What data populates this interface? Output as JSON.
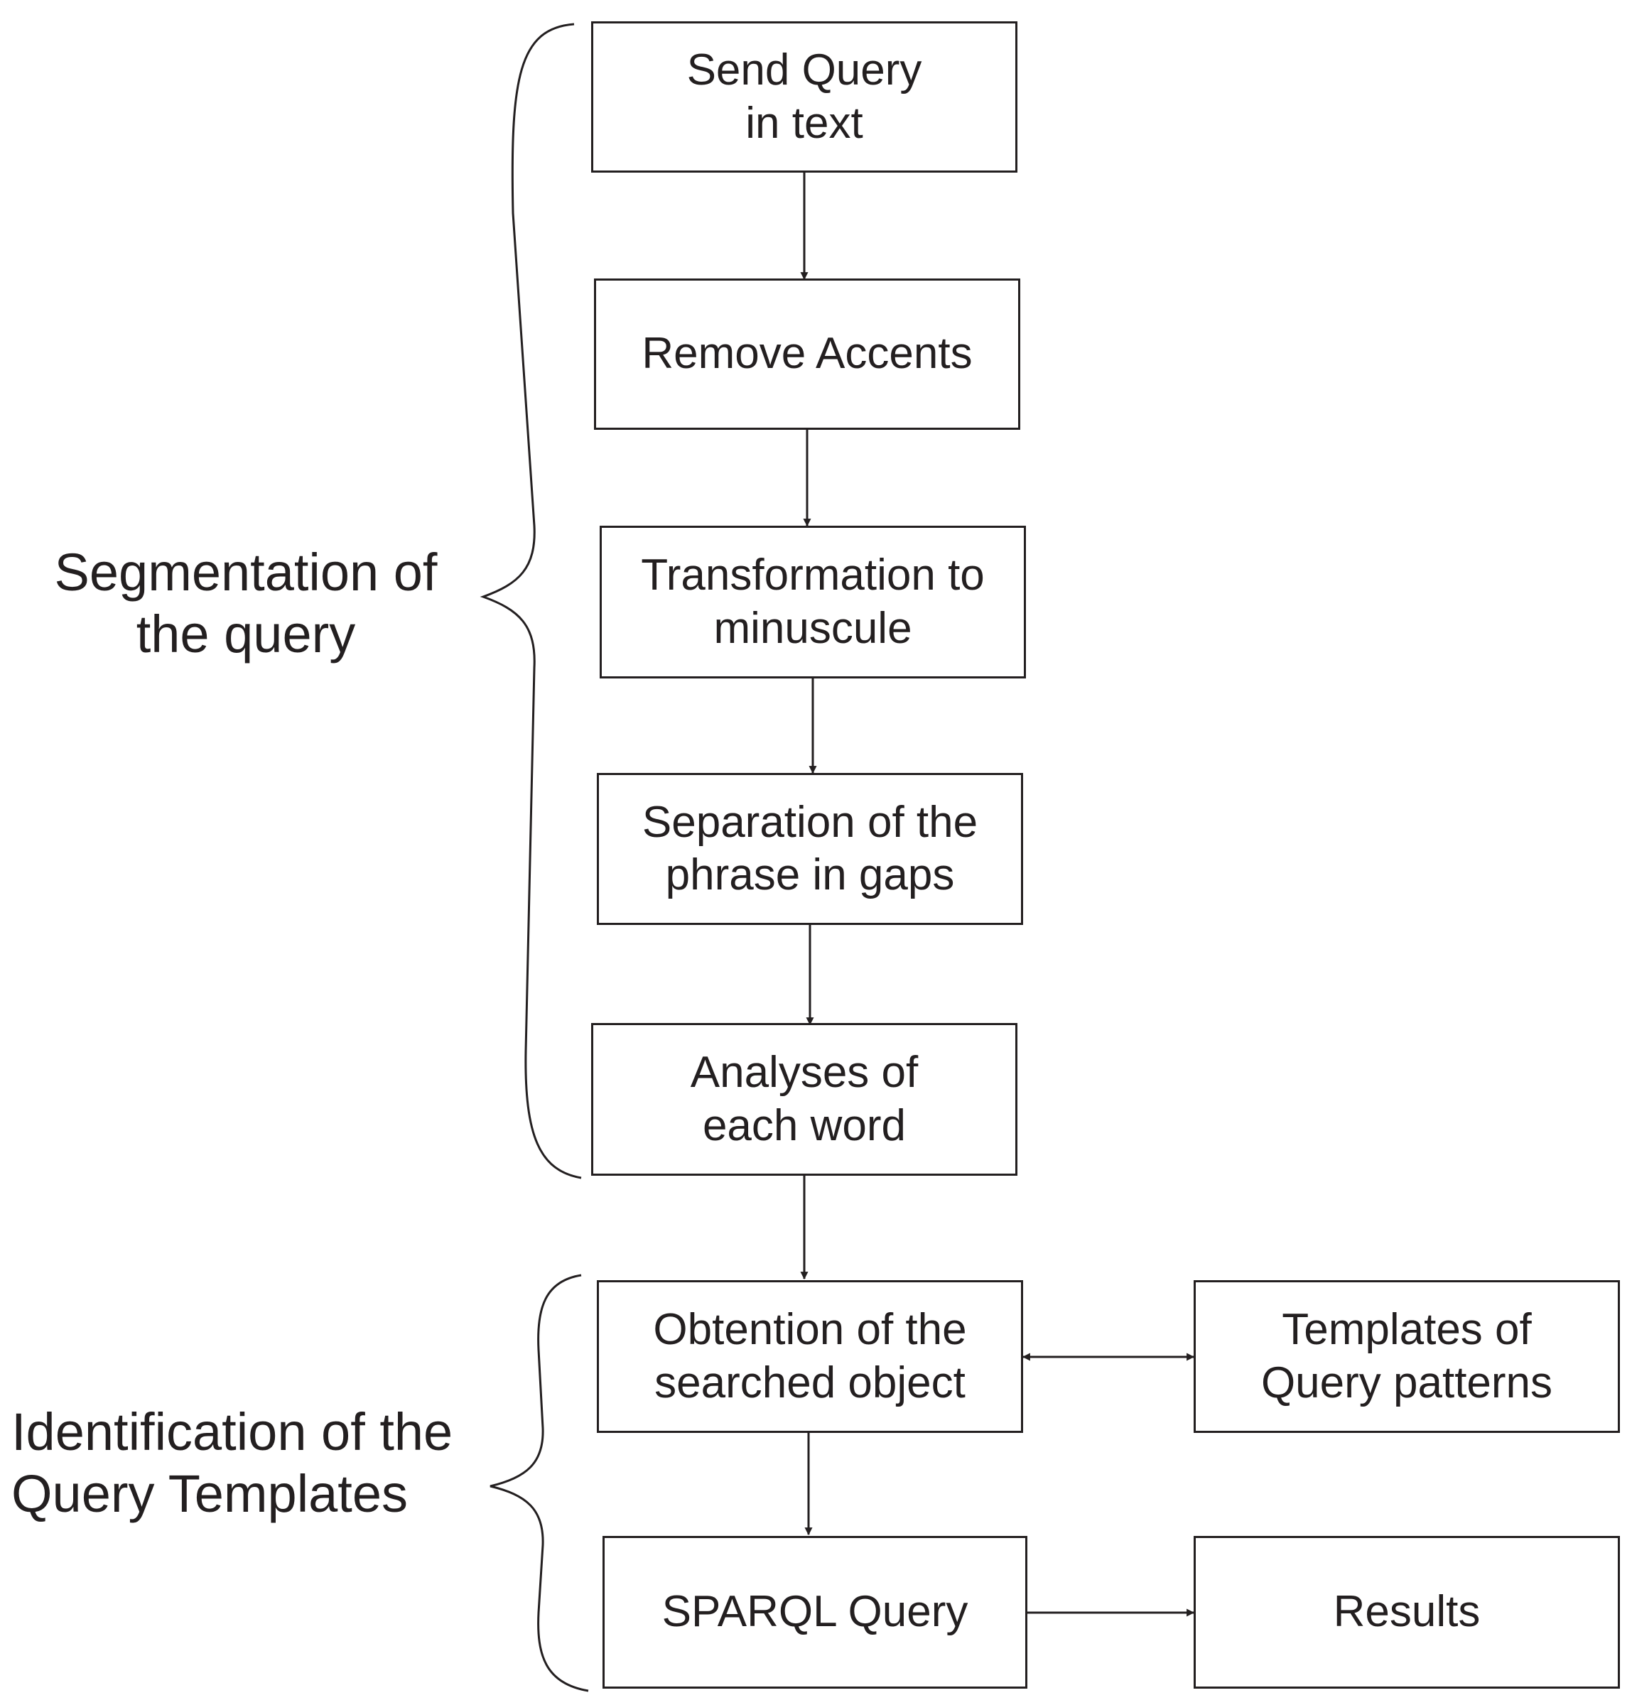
{
  "groups": {
    "segmentation": {
      "label": "Segmentation of\nthe query"
    },
    "identification": {
      "label": "Identification of the\nQuery Templates"
    }
  },
  "steps": {
    "send_query": "Send Query\nin text",
    "remove_accents": "Remove Accents",
    "transformation": "Transformation to\nminuscule",
    "separation": "Separation of the\nphrase in gaps",
    "analyses": "Analyses of\neach word",
    "obtention": "Obtention of the\nsearched object",
    "templates": "Templates of\nQuery patterns",
    "sparql": "SPARQL Query",
    "results": "Results"
  },
  "colors": {
    "line": "#231f20",
    "background": "#ffffff"
  }
}
